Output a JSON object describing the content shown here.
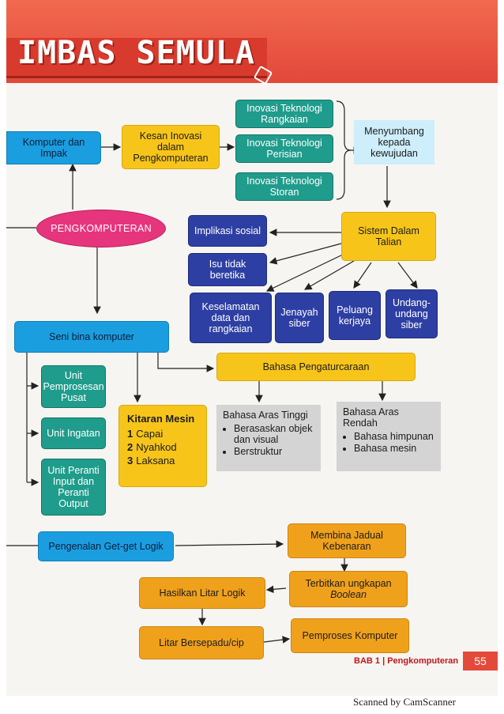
{
  "header": {
    "title": "IMBAS SEMULA"
  },
  "nodes": {
    "komputer_impak": "Komputer dan Impak",
    "kesan": "Kesan Inovasi dalam Pengkomputeran",
    "inov_rangkaian": "Inovasi Teknologi Rangkaian",
    "inov_perisian": "Inovasi Teknologi Perisian",
    "inov_storan": "Inovasi Teknologi Storan",
    "menyumbang": "Menyumbang kepada kewujudan",
    "pengkomputeran": "PENGKOMPUTERAN",
    "implikasi": "Implikasi sosial",
    "isu": "Isu tidak beretika",
    "sistem": "Sistem Dalam Talian",
    "keselamatan": "Keselamatan data dan rangkaian",
    "jenayah": "Jenayah siber",
    "peluang": "Peluang kerjaya",
    "undang": "Undang-undang siber",
    "seni_bina": "Seni bina komputer",
    "bahasa_peng": "Bahasa Pengaturcaraan",
    "upp": "Unit Pemprosesan Pusat",
    "unit_ingatan": "Unit Ingatan",
    "unit_peranti": "Unit Peranti Input dan Peranti Output",
    "kitaran_title": "Kitaran Mesin",
    "kitaran_items": [
      {
        "n": "1",
        "t": "Capai"
      },
      {
        "n": "2",
        "t": "Nyahkod"
      },
      {
        "n": "3",
        "t": "Laksana"
      }
    ],
    "tinggi_title": "Bahasa Aras Tinggi",
    "tinggi_items": [
      "Berasaskan objek dan visual",
      "Berstruktur"
    ],
    "rendah_title": "Bahasa Aras Rendah",
    "rendah_items": [
      "Bahasa himpunan",
      "Bahasa mesin"
    ],
    "getget": "Pengenalan Get-get Logik",
    "jadual": "Membina Jadual Kebenaran",
    "terbitkan": "Terbitkan ungkapan",
    "boolean": "Boolean",
    "hasilkan": "Hasilkan Litar Logik",
    "litar": "Litar Bersepadu/cip",
    "pemproses": "Pemproses Komputer"
  },
  "footer": {
    "chapter": "BAB 1",
    "section": "Pengkomputeran",
    "page": "55"
  },
  "watermark": "Scanned by CamScanner"
}
